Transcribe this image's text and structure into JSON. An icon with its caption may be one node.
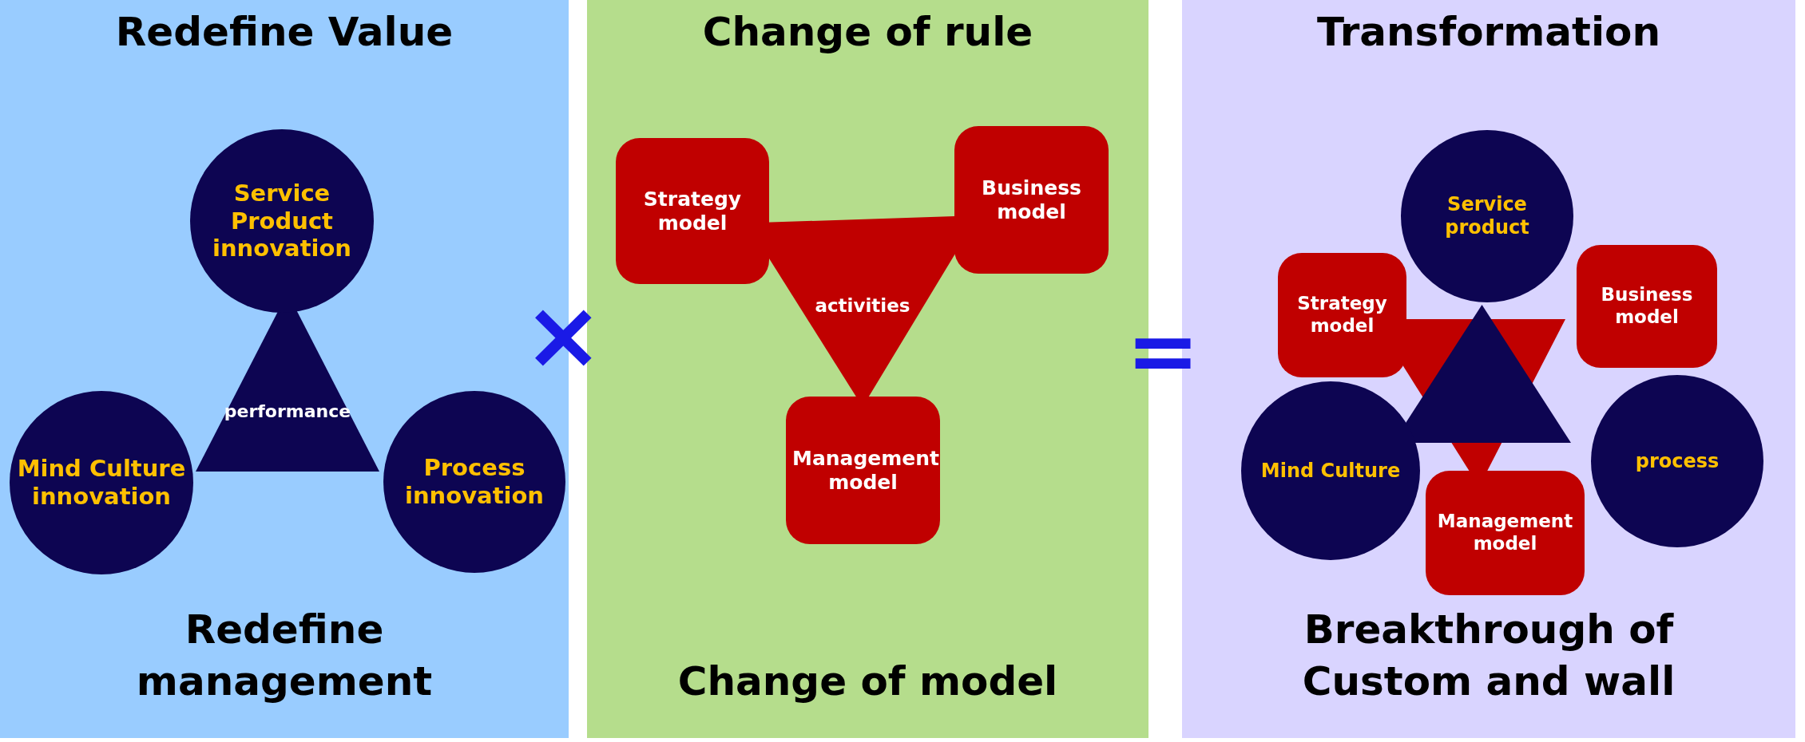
{
  "diagram": {
    "nodes": [
      {
        "text": [
          "Redefine Value",
          "Redefine management"
        ]
      },
      {
        "text": [
          "Service Product innovation"
        ],
        "in": 0
      },
      {
        "text": [
          "performance"
        ],
        "in": 0
      },
      {
        "text": [
          "Mind Culture innovation"
        ],
        "in": 0
      },
      {
        "text": [
          "Process innovation"
        ],
        "in": 0
      },
      {
        "text": [
          "Change of rule",
          "Change of model"
        ]
      },
      {
        "text": [
          "Strategy model"
        ],
        "in": 5
      },
      {
        "text": [
          "Business model"
        ],
        "in": 5
      },
      {
        "text": [
          "activities"
        ],
        "in": 5
      },
      {
        "text": [
          "Management model"
        ],
        "in": 5
      },
      {
        "text": [
          "Transformation",
          "Breakthrough of Custom and wall"
        ]
      },
      {
        "text": [
          "Service product"
        ],
        "in": 10
      },
      {
        "text": [
          "Strategy model"
        ],
        "in": 10
      },
      {
        "text": [
          "Business model"
        ],
        "in": 10
      },
      {
        "text": [],
        "shape": "triangle",
        "in": 10
      },
      {
        "text": [],
        "shape": "triangle",
        "in": 10
      },
      {
        "text": [
          "Mind Culture"
        ],
        "in": 10
      },
      {
        "text": [
          "process"
        ],
        "in": 10
      },
      {
        "text": [
          "Management model"
        ],
        "in": 10
      }
    ],
    "labels": [
      "×",
      "="
    ]
  }
}
